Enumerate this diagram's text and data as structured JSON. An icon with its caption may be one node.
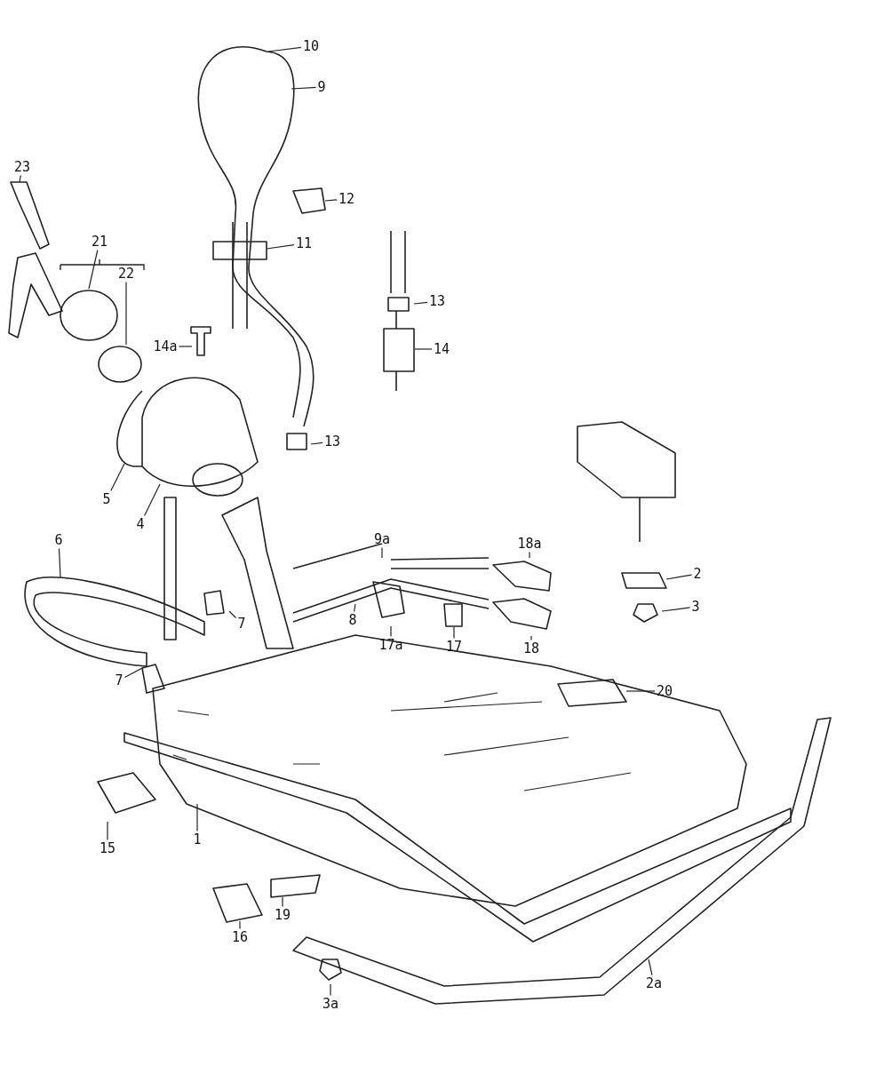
{
  "diagram": {
    "nodes": [
      {
        "text": [
          "10"
        ]
      },
      {
        "text": [
          "9"
        ]
      },
      {
        "text": [
          "23"
        ]
      },
      {
        "text": [
          "21"
        ]
      },
      {
        "text": [
          "22"
        ]
      },
      {
        "text": [
          "12"
        ]
      },
      {
        "text": [
          "11"
        ]
      },
      {
        "text": [
          "13"
        ]
      },
      {
        "text": [
          "14a"
        ]
      },
      {
        "text": [
          "14"
        ]
      },
      {
        "text": [
          "13"
        ]
      },
      {
        "text": [
          "5"
        ]
      },
      {
        "text": [
          "4"
        ]
      },
      {
        "text": [
          "9a"
        ]
      },
      {
        "text": [
          "18a"
        ]
      },
      {
        "text": [
          "6"
        ]
      },
      {
        "text": [
          "2"
        ]
      },
      {
        "text": [
          "8"
        ]
      },
      {
        "text": [
          "17a"
        ]
      },
      {
        "text": [
          "17"
        ]
      },
      {
        "text": [
          "18"
        ]
      },
      {
        "text": [
          "3"
        ]
      },
      {
        "text": [
          "7"
        ]
      },
      {
        "text": [
          "7"
        ]
      },
      {
        "text": [
          "20"
        ]
      },
      {
        "text": [
          "15"
        ]
      },
      {
        "text": [
          "1"
        ]
      },
      {
        "text": [
          "16"
        ]
      },
      {
        "text": [
          "19"
        ]
      },
      {
        "text": [
          "3a"
        ]
      },
      {
        "text": [
          "2a"
        ]
      }
    ],
    "edges": [
      {
        "from": 0,
        "to": null,
        "arrow": "none"
      },
      {
        "from": 1,
        "to": null,
        "arrow": "none"
      },
      {
        "from": 2,
        "to": null,
        "arrow": "none"
      },
      {
        "from": 3,
        "to": null,
        "arrow": "none"
      },
      {
        "from": 4,
        "to": null,
        "arrow": "none"
      },
      {
        "from": 5,
        "to": null,
        "arrow": "none"
      },
      {
        "from": 6,
        "to": null,
        "arrow": "none"
      },
      {
        "from": 7,
        "to": null,
        "arrow": "none"
      },
      {
        "from": 8,
        "to": null,
        "arrow": "none"
      },
      {
        "from": 9,
        "to": null,
        "arrow": "none"
      },
      {
        "from": 10,
        "to": null,
        "arrow": "none"
      },
      {
        "from": 11,
        "to": null,
        "arrow": "none"
      },
      {
        "from": 12,
        "to": null,
        "arrow": "none"
      },
      {
        "from": 13,
        "to": null,
        "arrow": "none"
      },
      {
        "from": 14,
        "to": null,
        "arrow": "none"
      },
      {
        "from": 15,
        "to": null,
        "arrow": "none"
      },
      {
        "from": 16,
        "to": null,
        "arrow": "none"
      },
      {
        "from": 17,
        "to": null,
        "arrow": "none"
      },
      {
        "from": 18,
        "to": null,
        "arrow": "none"
      },
      {
        "from": 19,
        "to": null,
        "arrow": "none"
      },
      {
        "from": 20,
        "to": null,
        "arrow": "none"
      },
      {
        "from": 21,
        "to": null,
        "arrow": "none"
      },
      {
        "from": 22,
        "to": null,
        "arrow": "none"
      },
      {
        "from": 23,
        "to": null,
        "arrow": "none"
      },
      {
        "from": 24,
        "to": null,
        "arrow": "none"
      },
      {
        "from": 25,
        "to": null,
        "arrow": "none"
      },
      {
        "from": 26,
        "to": null,
        "arrow": "none"
      },
      {
        "from": 27,
        "to": null,
        "arrow": "none"
      },
      {
        "from": 28,
        "to": null,
        "arrow": "none"
      },
      {
        "from": 29,
        "to": null,
        "arrow": "none"
      },
      {
        "from": 30,
        "to": null,
        "arrow": "none"
      }
    ]
  }
}
